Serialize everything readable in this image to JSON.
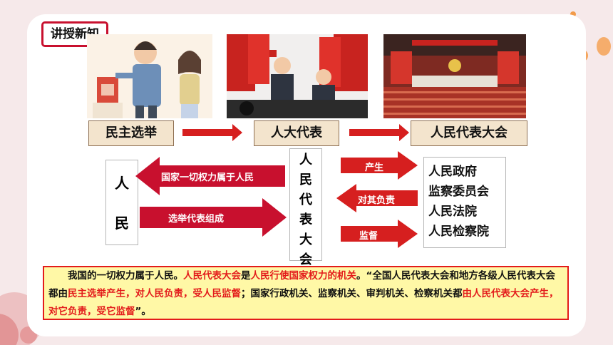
{
  "header": {
    "tag": "讲授新知"
  },
  "flow": {
    "step1": "民主选举",
    "step2": "人大代表",
    "step3": "人民代表大会"
  },
  "diagram": {
    "people": [
      "人",
      "民"
    ],
    "arrow_left": "国家一切权力属于人民",
    "arrow_right": "选举代表组成",
    "npc": [
      "人",
      "民",
      "代",
      "表",
      "大",
      "会"
    ],
    "arrow_produce": "产生",
    "arrow_responsible": "对其负责",
    "arrow_supervise": "监督",
    "organs": [
      "人民政府",
      "监察委员会",
      "人民法院",
      "人民检察院"
    ]
  },
  "summary": {
    "s1": "我国的一切权力属于人民。",
    "s2": "人民代表大会",
    "s3": "是",
    "s4": "人民行使国家权力的机关",
    "s5": "。“全国人民代表大会和地方各级人民代表大会都由",
    "s6": "民主选举产生，对人民负责，受人民监督",
    "s7": "；国家行政机关、监察机关、审判机关、检察机关都",
    "s8": "由人民代表大会产生，对它负责，受它监督",
    "s9": "”。"
  },
  "colors": {
    "accent_red": "#d61f1f",
    "label_bg": "#f3e4cd",
    "summary_bg": "#fff8a6"
  }
}
